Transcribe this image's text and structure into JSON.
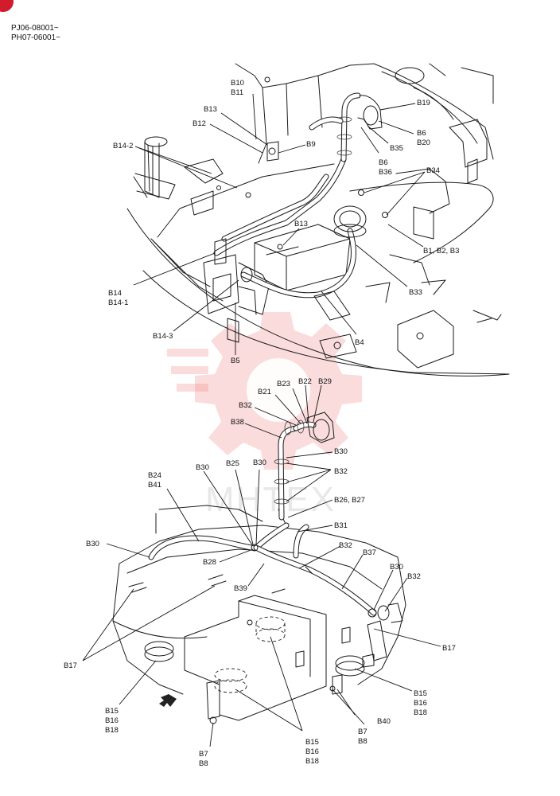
{
  "header": {
    "line1": "PJ06-08001~",
    "line2": "PH07-06001~"
  },
  "watermark": "MHTEX",
  "colors": {
    "badge": "#d01c2c",
    "watermark": "#f08080",
    "line": "#1a1a1a"
  },
  "callouts": {
    "b10": "B10",
    "b11": "B11",
    "b13a": "B13",
    "b12": "B12",
    "b14_2": "B14-2",
    "b9": "B9",
    "b19": "B19",
    "b6a": "B6",
    "b20": "B20",
    "b35": "B35",
    "b6b": "B6",
    "b36": "B36",
    "b34": "B34",
    "b13b": "B13",
    "b1b2b3": "B1, B2, B3",
    "b14": "B14",
    "b14_1": "B14-1",
    "b33": "B33",
    "b14_3": "B14-3",
    "b4": "B4",
    "b5": "B5",
    "b23": "B23",
    "b22": "B22",
    "b29": "B29",
    "b21": "B21",
    "b32a": "B32",
    "b38": "B38",
    "b30a": "B30",
    "b24": "B24",
    "b41": "B41",
    "b30b": "B30",
    "b25": "B25",
    "b30c": "B30",
    "b32b": "B32",
    "b26b27": "B26, B27",
    "b31": "B31",
    "b30d": "B30",
    "b32c": "B32",
    "b37": "B37",
    "b28": "B28",
    "b30e": "B30",
    "b32d": "B32",
    "b39": "B39",
    "b17a": "B17",
    "b17b": "B17",
    "b15a": "B15",
    "b16a": "B16",
    "b18a": "B18",
    "b15b": "B15",
    "b16b": "B16",
    "b18b": "B18",
    "b40": "B40",
    "b7a": "B7",
    "b8a": "B8",
    "b7b": "B7",
    "b8b": "B8",
    "b15c": "B15",
    "b16c": "B16",
    "b18c": "B18"
  }
}
